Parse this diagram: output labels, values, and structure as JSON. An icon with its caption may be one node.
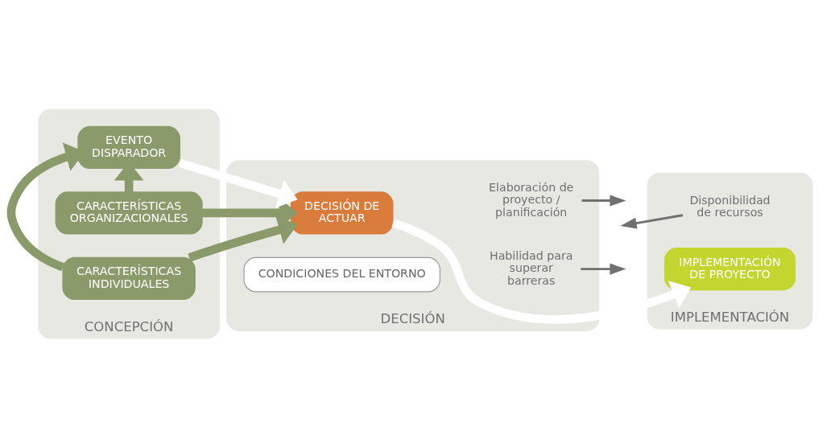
{
  "diagram": {
    "nodes": [
      {
        "text": [
          "CONCEPCIÓN"
        ]
      },
      {
        "text": [
          "CARACTERÍSTICAS ORGANIZACIONALES"
        ],
        "in": 0
      },
      {
        "text": [
          "EVENTO DISPARADOR"
        ],
        "in": 0
      },
      {
        "text": [
          "CARACTERÍSTICAS INDIVIDUALES"
        ],
        "in": 0
      },
      {
        "text": [
          "DECISIÓN"
        ]
      },
      {
        "text": [
          "DECISIÓN DE ACTUAR"
        ],
        "in": 4
      },
      {
        "text": [
          "Elaboración de proyecto / planificación"
        ],
        "in": 4
      },
      {
        "text": [
          "Habilidad para superar barreras"
        ],
        "in": 4
      },
      {
        "text": [
          "CONDICIONES DEL ENTORNO"
        ],
        "in": 4
      },
      {
        "text": [
          "IMPLEMENTACIÓN"
        ]
      },
      {
        "text": [
          "Disponibilidad de recursos"
        ],
        "in": 9
      },
      {
        "text": [
          "IMPLEMENTACIÓN DE PROYECTO"
        ],
        "in": 9
      }
    ],
    "edges": [
      {
        "from": 1,
        "to": 2,
        "arrow": "to"
      },
      {
        "from": 3,
        "to": 2,
        "arrow": "to"
      },
      {
        "from": 1,
        "to": 5,
        "arrow": "to"
      },
      {
        "from": 3,
        "to": 5,
        "arrow": "to"
      },
      {
        "from": 2,
        "to": 5,
        "arrow": "to",
        "color": "#ffffff"
      },
      {
        "from": 5,
        "to": 11,
        "arrow": "to",
        "color": "#ffffff"
      },
      {
        "from": 6,
        "to": null,
        "arrow": "to",
        "color": "#707070"
      },
      {
        "from": 7,
        "to": null,
        "arrow": "to",
        "color": "#707070"
      },
      {
        "from": 10,
        "to": null,
        "arrow": "to",
        "color": "#707070"
      }
    ]
  }
}
